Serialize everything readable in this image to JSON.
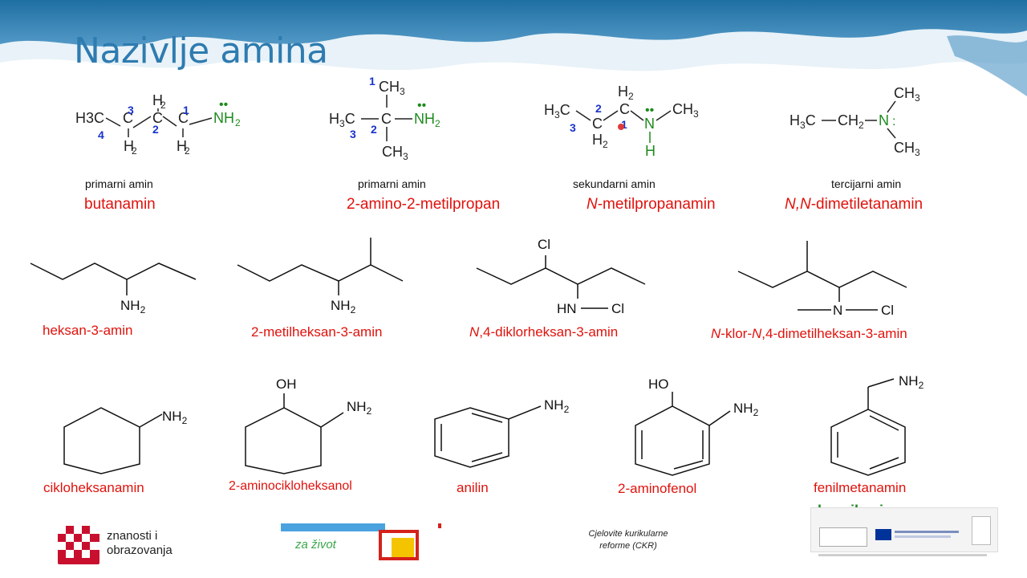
{
  "slide": {
    "title": "Nazivlje amina"
  },
  "row1": {
    "classes": [
      "primarni amin",
      "primarni amin",
      "sekundarni amin",
      "tercijarni amin"
    ],
    "names": [
      "butanamin",
      "2-amino-2-metilpropan",
      "N",
      "-metilpropanamin",
      "N,N",
      "-dimetiletanamin"
    ]
  },
  "row2": {
    "names": [
      "heksan-3-amin",
      "2-metilheksan-3-amin",
      "N",
      ",4-diklorheksan-3-amin",
      "N",
      "-klor-",
      "N",
      ",4-dimetilheksan-3-amin"
    ]
  },
  "row3": {
    "names": [
      "cikloheksanamin",
      "2-aminocikloheksanol",
      "anilin",
      "2-aminofenol",
      "fenilmetanamin"
    ],
    "synonym": "benzilamin"
  },
  "structures": {
    "labels": [
      "H3C",
      "NH2",
      "H2",
      "CH3",
      "N",
      "H",
      "Cl",
      "HN",
      "OH",
      "HO",
      "1",
      "2",
      "3",
      "4"
    ]
  },
  "footer": {
    "ministry_line1": "znanosti i",
    "ministry_line2": "obrazovanja",
    "school_text": "za život",
    "ckr_line1": "Cjelovite kurikularne",
    "ckr_line2": "reforme (CKR)"
  },
  "colors": {
    "title": "#2e7bb0",
    "name_red": "#e0120c",
    "name_green": "#1d8a1d",
    "amine_green": "#1d8a1d",
    "locant_blue": "#1a33cc"
  }
}
